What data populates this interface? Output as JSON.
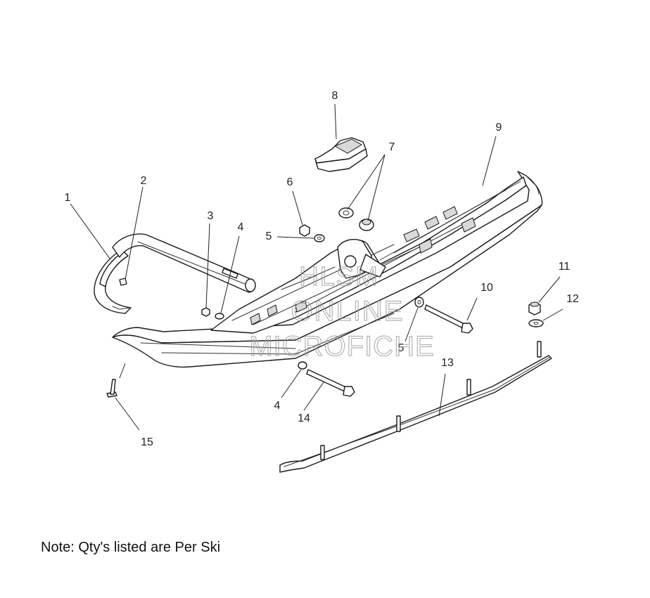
{
  "callouts": {
    "c1": "1",
    "c2": "2",
    "c3": "3",
    "c4a": "4",
    "c4b": "4",
    "c5a": "5",
    "c5b": "5",
    "c6": "6",
    "c7": "7",
    "c8": "8",
    "c9": "9",
    "c10": "10",
    "c11": "11",
    "c12": "12",
    "c13": "13",
    "c14": "14",
    "c15": "15"
  },
  "watermark": {
    "line1": "HLSM",
    "line2": "ONLINE",
    "line3": "MICROFICHE"
  },
  "note": "Note: Qty's listed are Per Ski"
}
